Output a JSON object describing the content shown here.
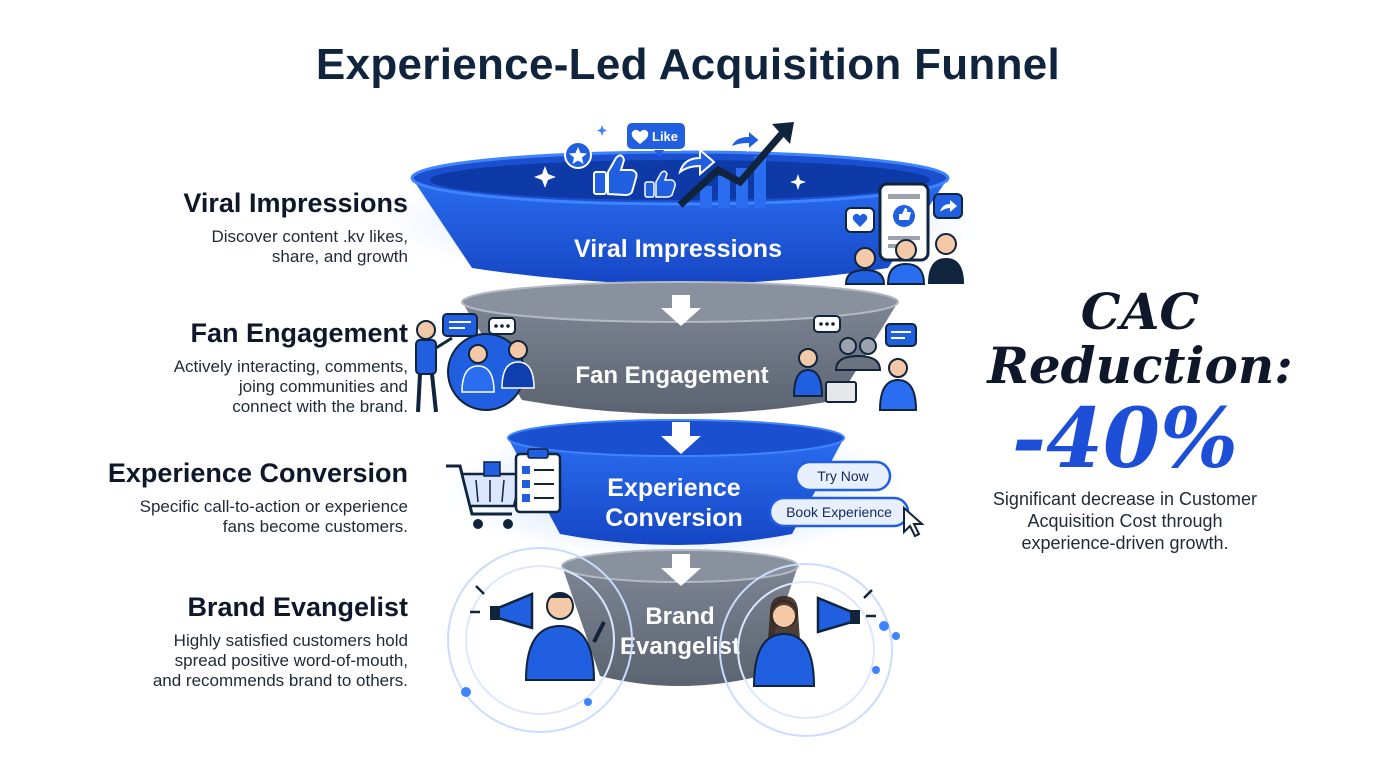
{
  "title": "Experience-Led Acquisition Funnel",
  "stages": [
    {
      "heading": "Viral Impressions",
      "description": "Discover content .kv likes,\nshare, and growth",
      "tier_label": "Viral Impressions"
    },
    {
      "heading": "Fan Engagement",
      "description": "Actively interacting, comments,\njoing communities and\nconnect with the brand.",
      "tier_label": "Fan Engagement"
    },
    {
      "heading": "Experience Conversion",
      "description": "Specific call-to-action or experience\nfans become customers.",
      "tier_label_line1": "Experience",
      "tier_label_line2": "Conversion"
    },
    {
      "heading": "Brand Evangelist",
      "description": "Highly satisfied customers hold\nspread positive word-of-mouth,\nand recommends brand to others.",
      "tier_label_line1": "Brand",
      "tier_label_line2": "Evangelist"
    }
  ],
  "badges": {
    "like": "Like"
  },
  "buttons": {
    "try_now": "Try Now",
    "book_experience": "Book Experience"
  },
  "metric": {
    "title": "CAC\nReduction:",
    "value": "-40%",
    "description": "Significant decrease in Customer\nAcquisition Cost through\nexperience-driven growth."
  },
  "colors": {
    "primary_blue": "#1f5fe0",
    "dark_blue": "#0f3fae",
    "gray": "#6b7280",
    "accent": "#1d4ed8"
  },
  "icons": [
    "thumbs-up-icon",
    "star-icon",
    "share-arrow-icon",
    "growth-chart-icon",
    "chat-bubble-icon",
    "shopping-cart-icon",
    "checklist-icon",
    "cursor-icon",
    "megaphone-icon",
    "heart-icon",
    "people-icon"
  ]
}
